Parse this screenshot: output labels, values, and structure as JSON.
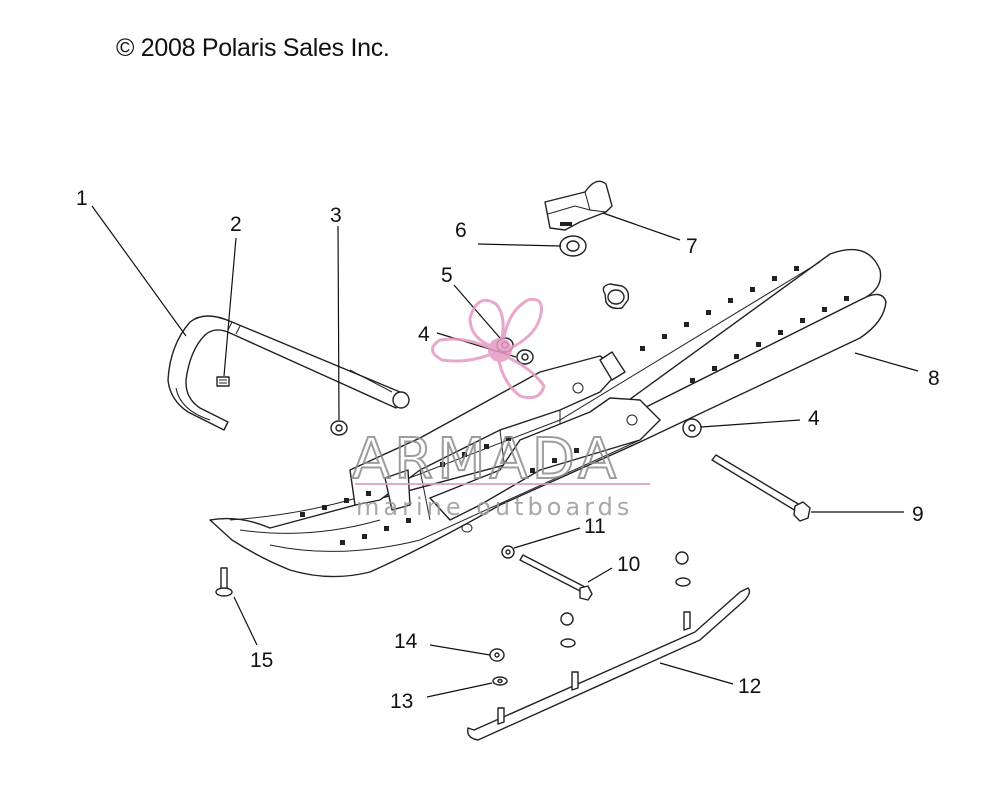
{
  "copyright": "© 2008 Polaris Sales Inc.",
  "watermark": {
    "brand": "ARMADA",
    "tagline": "marine outboards",
    "accent_color": "#e59ac2"
  },
  "callouts": {
    "c1": "1",
    "c2": "2",
    "c3": "3",
    "c4a": "4",
    "c4b": "4",
    "c5": "5",
    "c6": "6",
    "c7": "7",
    "c8": "8",
    "c9": "9",
    "c10": "10",
    "c11": "11",
    "c12": "12",
    "c13": "13",
    "c14": "14",
    "c15": "15"
  }
}
